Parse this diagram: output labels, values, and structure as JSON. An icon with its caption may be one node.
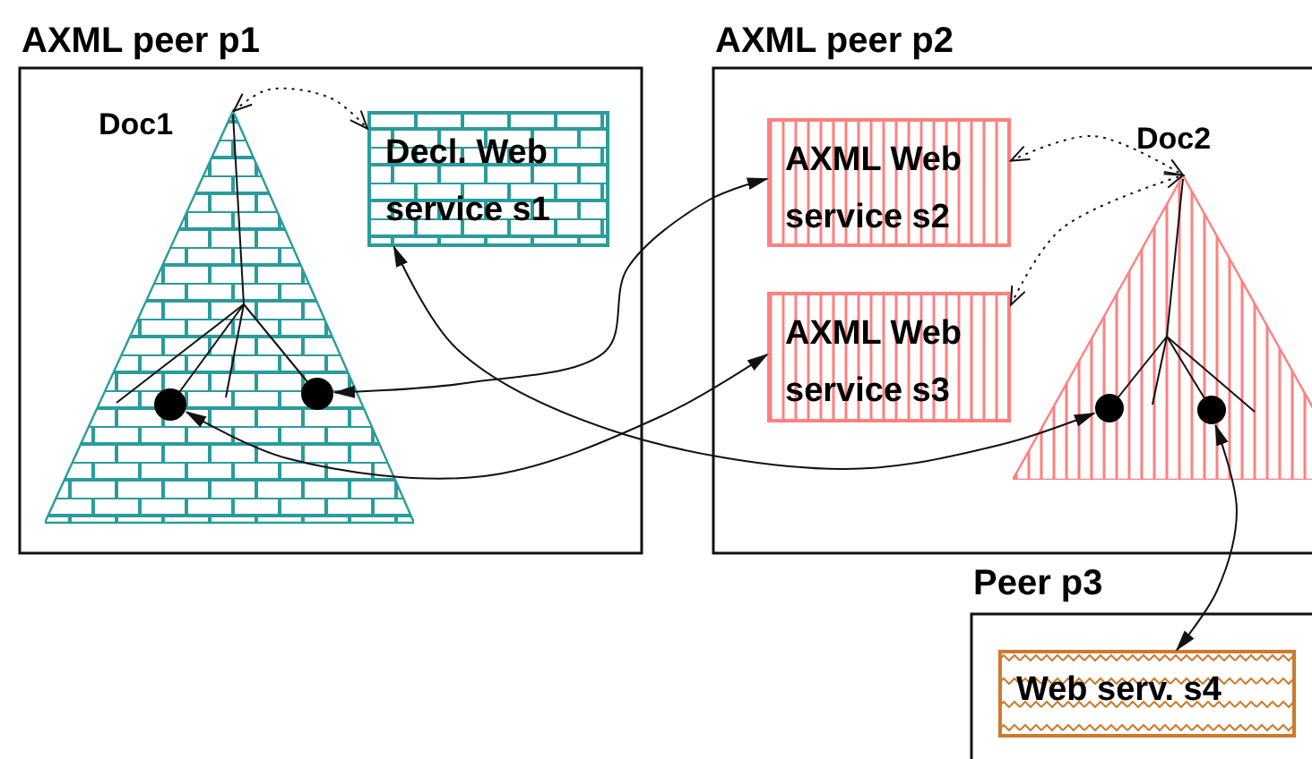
{
  "diagram": {
    "nodes": [
      {
        "text": [
          "AXML peer p1"
        ]
      },
      {
        "text": [
          "Doc1"
        ],
        "in": 0
      },
      {
        "text": [
          "Decl. Web service s1"
        ],
        "in": 0
      },
      {
        "text": [],
        "shape": "circle",
        "in": 1
      },
      {
        "text": [],
        "shape": "circle",
        "in": 1
      },
      {
        "text": [
          "AXML peer p2"
        ]
      },
      {
        "text": [
          "AXML Web service s2"
        ],
        "in": 5
      },
      {
        "text": [
          "AXML Web service s3"
        ],
        "in": 5
      },
      {
        "text": [
          "Doc2"
        ],
        "in": 5
      },
      {
        "text": [],
        "shape": "circle",
        "in": 8
      },
      {
        "text": [],
        "shape": "circle",
        "in": 8
      },
      {
        "text": [
          "Peer p3"
        ]
      },
      {
        "text": [
          "Web serv. s4"
        ],
        "in": 11
      }
    ],
    "edges": [
      {
        "from": 1,
        "to": 2,
        "arrow": "both",
        "style": "dashed"
      },
      {
        "from": 6,
        "to": 8,
        "arrow": "both",
        "style": "dashed"
      },
      {
        "from": 7,
        "to": 8,
        "arrow": "both",
        "style": "dashed"
      },
      {
        "from": 4,
        "to": 6,
        "arrow": "both"
      },
      {
        "from": 2,
        "to": 9,
        "arrow": "both"
      },
      {
        "from": 3,
        "to": 7,
        "arrow": "both"
      },
      {
        "from": 10,
        "to": 12,
        "arrow": "both"
      }
    ]
  }
}
